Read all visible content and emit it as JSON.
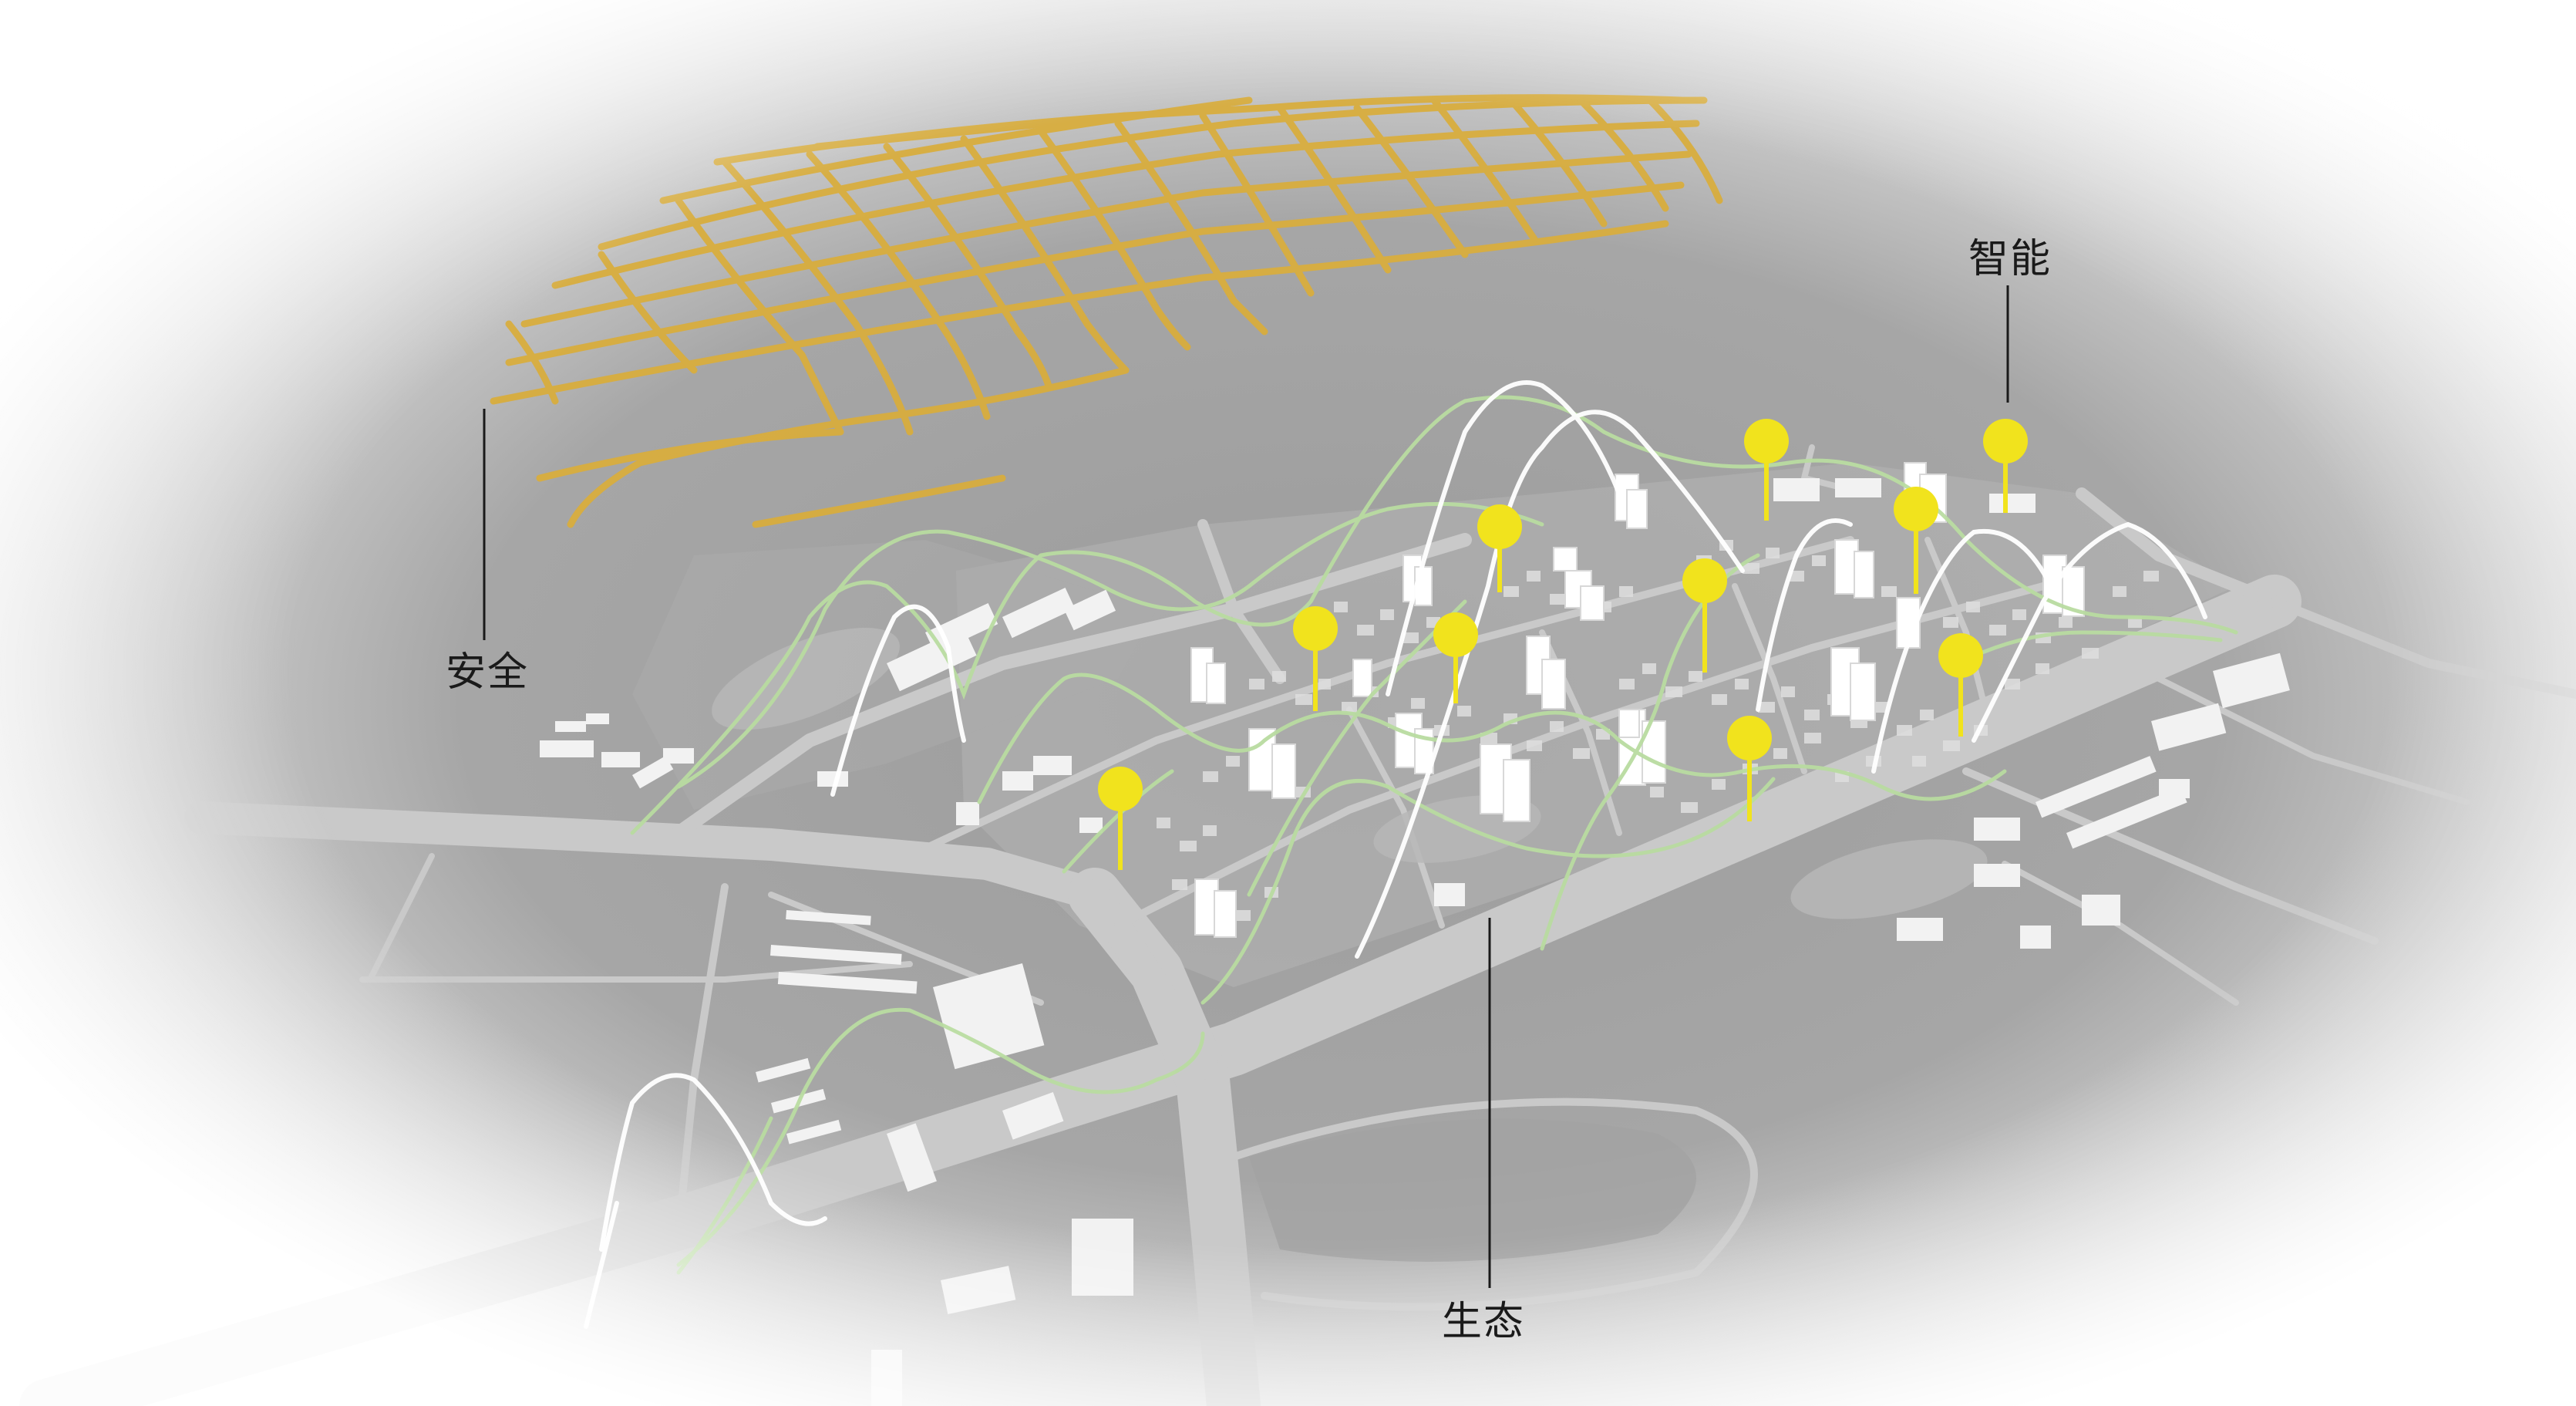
{
  "labels": {
    "security": "安全",
    "smart": "智能",
    "ecology": "生态"
  },
  "colors": {
    "background_center": "#9a9a9a",
    "background_edge": "#ffffff",
    "road": "#c9c9c9",
    "building": "#f2f2f2",
    "grid_mesh": "#d9ad3e",
    "eco_line": "#b9dca1",
    "wind_line": "#ffffff",
    "pin": "#f1e31d",
    "leader_line": "#1a1a1a"
  },
  "icons": {
    "pin": "map-pin-icon",
    "mesh": "security-grid-mesh"
  }
}
